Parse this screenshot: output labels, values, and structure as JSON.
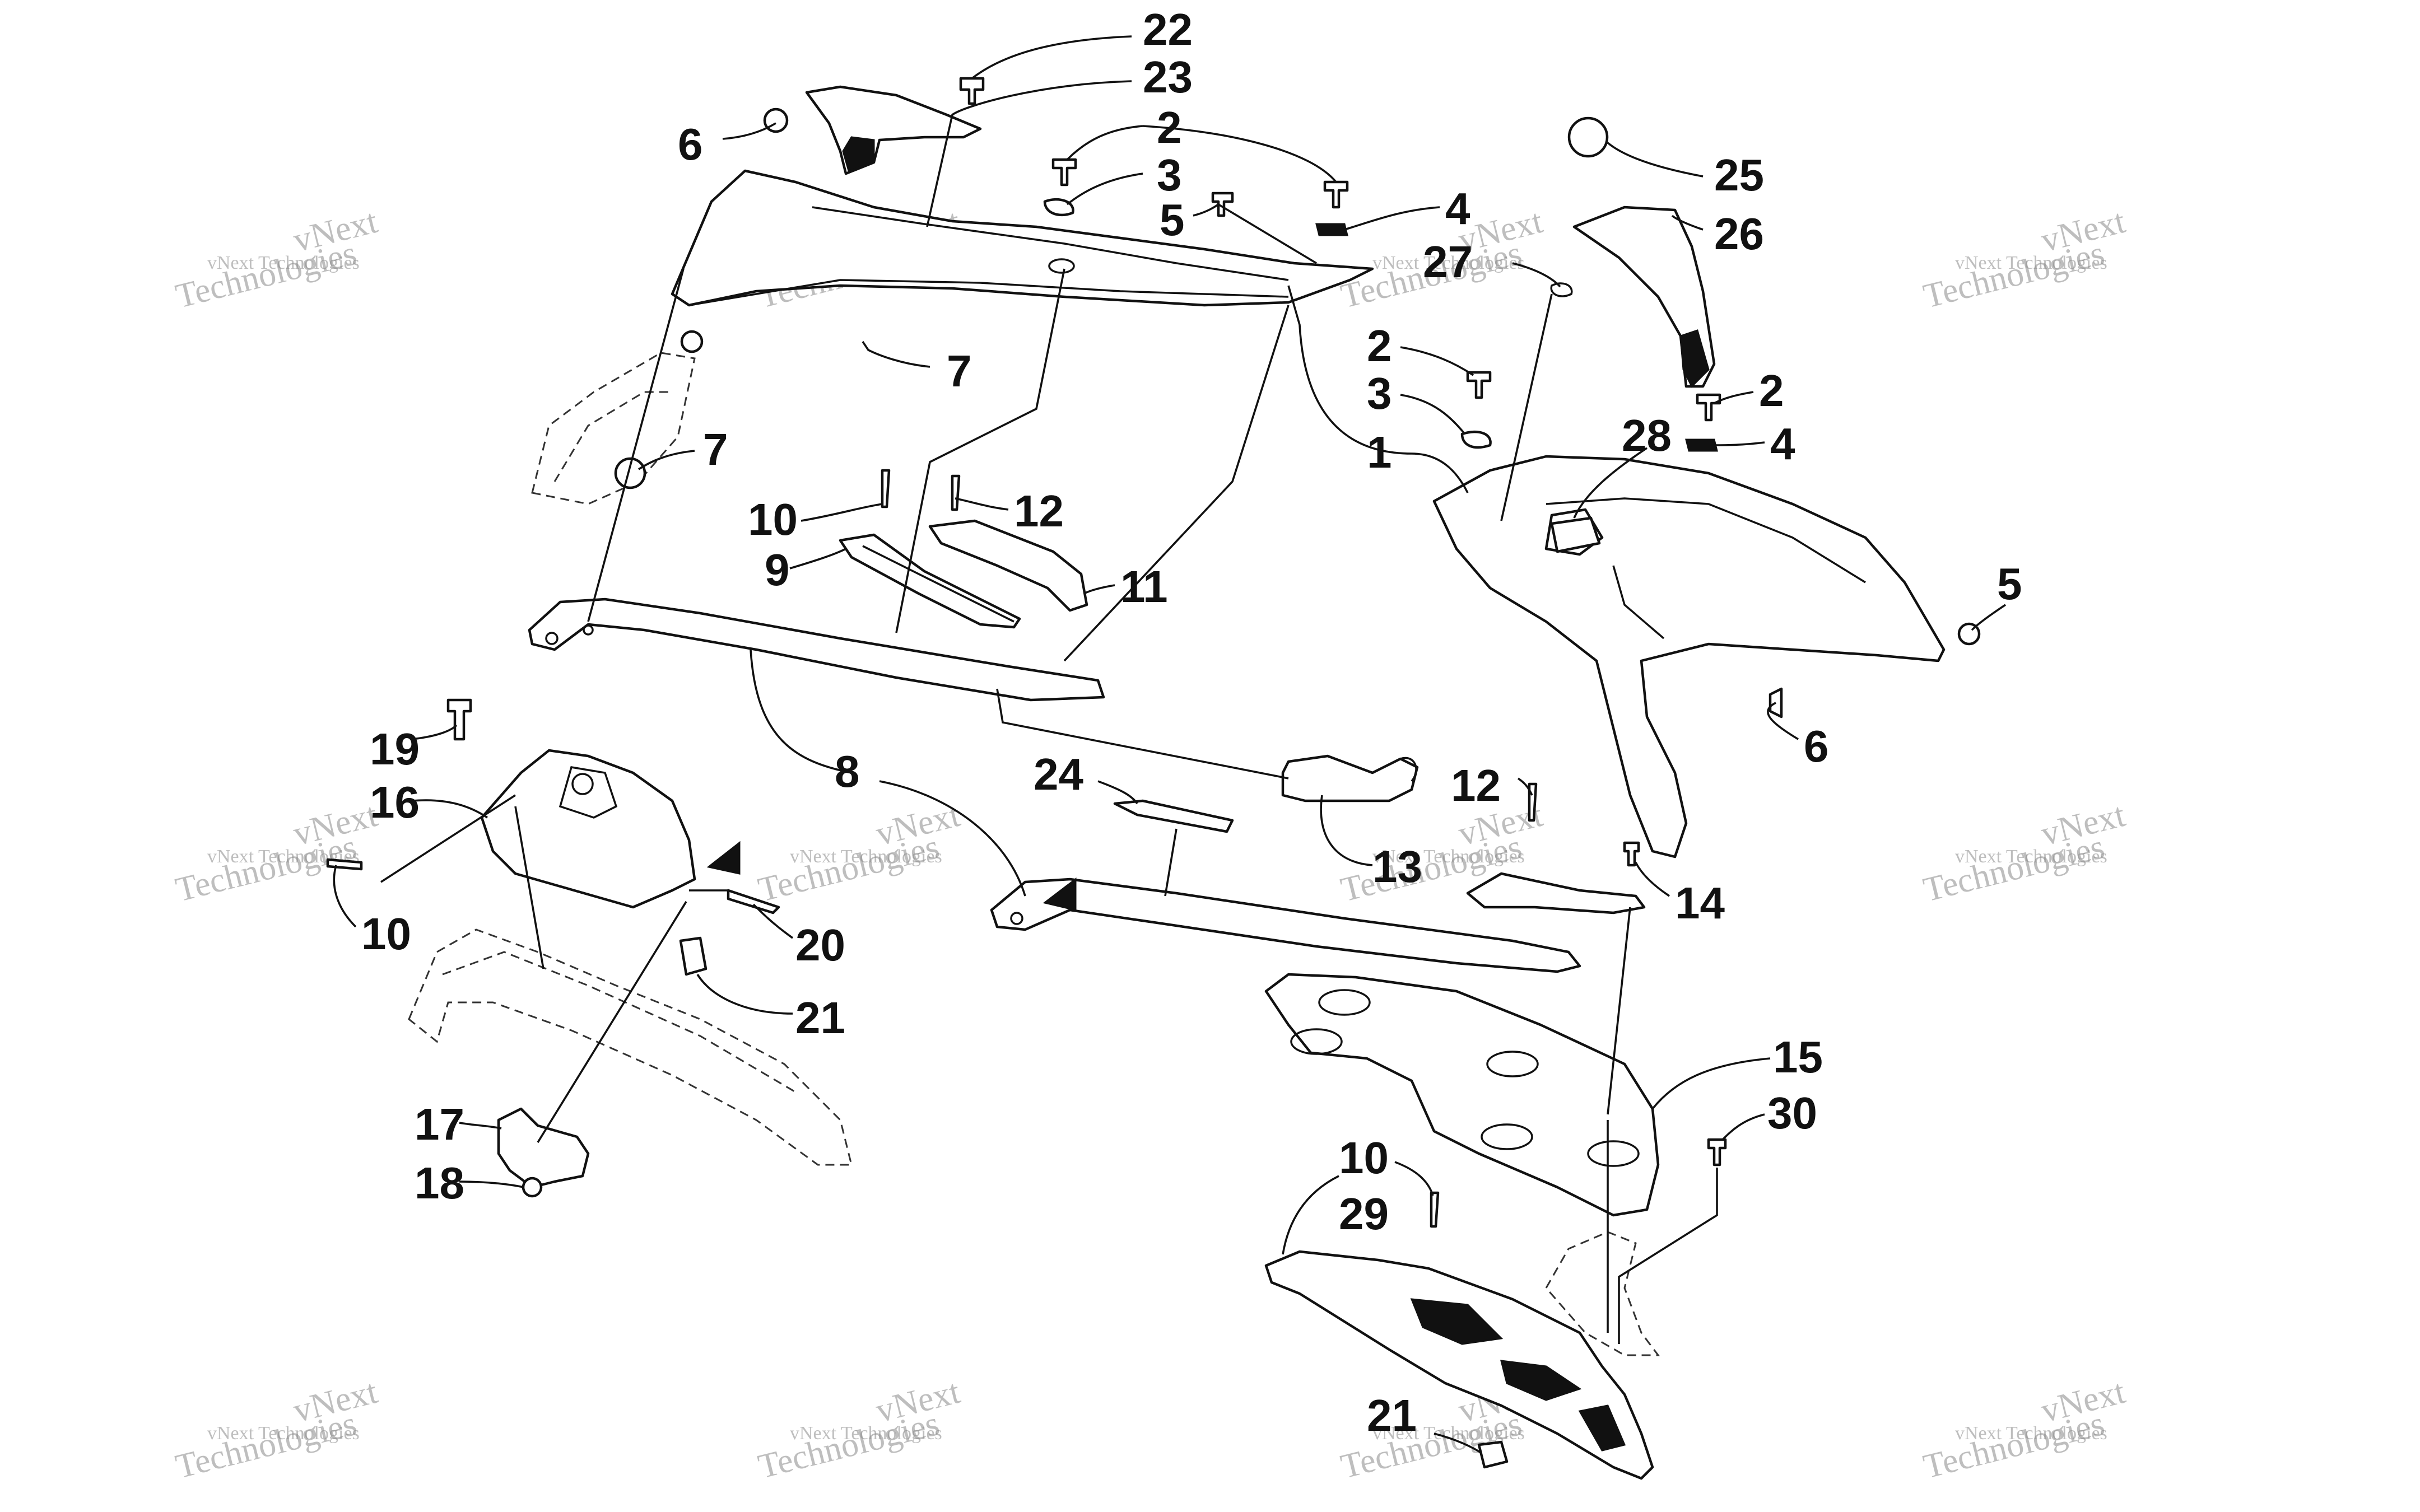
{
  "diagram": {
    "callouts": [
      "22",
      "23",
      "6",
      "2",
      "3",
      "5",
      "4",
      "27",
      "25",
      "26",
      "7",
      "7",
      "2",
      "3",
      "2",
      "4",
      "28",
      "1",
      "5",
      "10",
      "12",
      "9",
      "11",
      "6",
      "19",
      "16",
      "10",
      "8",
      "24",
      "12",
      "13",
      "14",
      "20",
      "21",
      "17",
      "18",
      "15",
      "10",
      "30",
      "29",
      "21"
    ],
    "watermark": {
      "line1": "vNext Technologies",
      "line2a": "vNext",
      "line2b": "Technologies"
    }
  }
}
